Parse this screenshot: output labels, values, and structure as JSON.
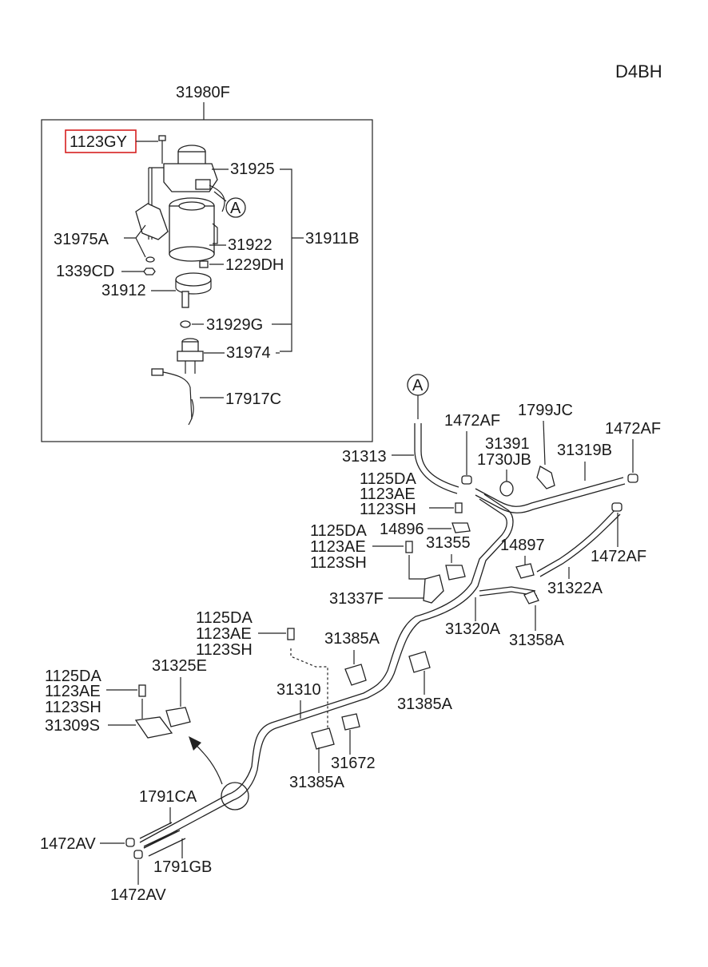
{
  "header": {
    "engine_code": "D4BH"
  },
  "colors": {
    "highlight_border": "#d62020",
    "ink": "#1a1a1a"
  },
  "assembly": {
    "label": "31980F"
  },
  "labels": {
    "l_1123GY": "1123GY",
    "l_31925": "31925",
    "l_A_top": "A",
    "l_31975A": "31975A",
    "l_31922": "31922",
    "l_31911B": "31911B",
    "l_1339CD": "1339CD",
    "l_1229DH": "1229DH",
    "l_31912": "31912",
    "l_31929G": "31929G",
    "l_31974": "31974",
    "l_17917C": "17917C",
    "l_A_mid": "A",
    "l_31313": "31313",
    "l_1472AF_1": "1472AF",
    "l_1799JC": "1799JC",
    "l_1472AF_2": "1472AF",
    "l_31391": "31391",
    "l_1730JB": "1730JB",
    "l_31319B": "31319B",
    "l_1125DA_1": "1125DA",
    "l_1123AE_1": "1123AE",
    "l_1123SH_1": "1123SH",
    "l_14896": "14896",
    "l_1125DA_2": "1125DA",
    "l_1123AE_2": "1123AE",
    "l_1123SH_2": "1123SH",
    "l_31355": "31355",
    "l_14897": "14897",
    "l_1472AF_3": "1472AF",
    "l_31322A": "31322A",
    "l_31337F": "31337F",
    "l_31320A": "31320A",
    "l_31358A": "31358A",
    "l_1125DA_3": "1125DA",
    "l_1123AE_3": "1123AE",
    "l_1123SH_3": "1123SH",
    "l_31385A_1": "31385A",
    "l_31385A_2": "31385A",
    "l_31325E": "31325E",
    "l_1125DA_4": "1125DA",
    "l_1123AE_4": "1123AE",
    "l_1123SH_4": "1123SH",
    "l_31310": "31310",
    "l_31309S": "31309S",
    "l_31672": "31672",
    "l_31385A_3": "31385A",
    "l_1791CA": "1791CA",
    "l_1472AV_1": "1472AV",
    "l_1791GB": "1791GB",
    "l_1472AV_2": "1472AV"
  }
}
